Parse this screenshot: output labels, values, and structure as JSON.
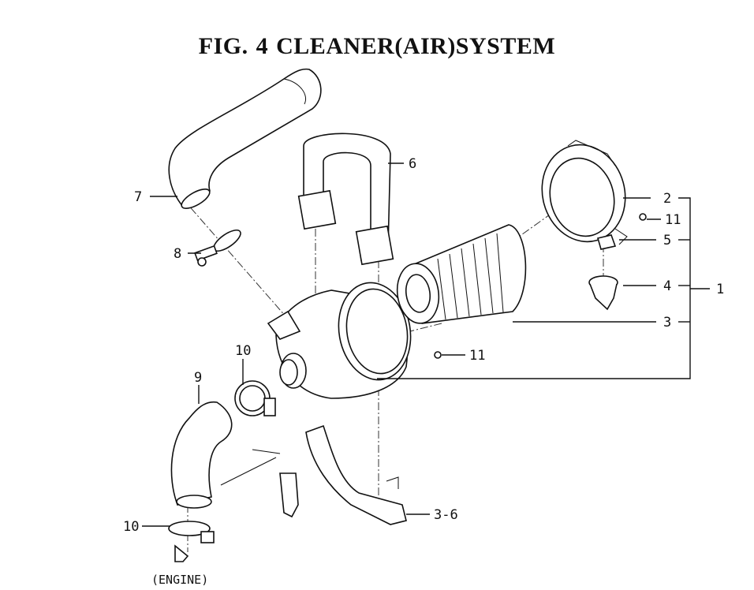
{
  "title": "FIG. 4  CLEANER(AIR)SYSTEM",
  "callouts": {
    "c1": "1",
    "c2": "2",
    "c3": "3",
    "c4": "4",
    "c5": "5",
    "c6": "6",
    "c7": "7",
    "c8": "8",
    "c9": "9",
    "c10a": "10",
    "c10b": "10",
    "c11a": "11",
    "c11b": "11",
    "c36": "3-6",
    "engine": "(ENGINE)"
  }
}
